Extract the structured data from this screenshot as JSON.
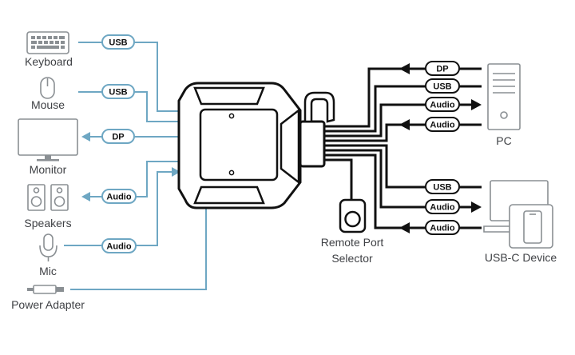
{
  "devices_left": {
    "keyboard": "Keyboard",
    "mouse": "Mouse",
    "monitor": "Monitor",
    "speakers": "Speakers",
    "mic": "Mic",
    "power": "Power Adapter"
  },
  "left_cables": {
    "keyboard": "USB",
    "mouse": "USB",
    "monitor": "DP",
    "speakers": "Audio",
    "mic": "Audio"
  },
  "right_cables": {
    "pc_dp": "DP",
    "pc_usb": "USB",
    "pc_audio_out": "Audio",
    "pc_audio_in": "Audio",
    "usbc_usb": "USB",
    "usbc_audio_in": "Audio",
    "usbc_audio_out": "Audio"
  },
  "devices_right": {
    "pc": "PC",
    "usbc": "USB-C Device",
    "remote_line1": "Remote Port",
    "remote_line2": "Selector"
  },
  "colors": {
    "left_wire": "#6ea7c3",
    "right_wire": "#111111",
    "icon": "#8a8f93",
    "label": "#3f4145"
  }
}
